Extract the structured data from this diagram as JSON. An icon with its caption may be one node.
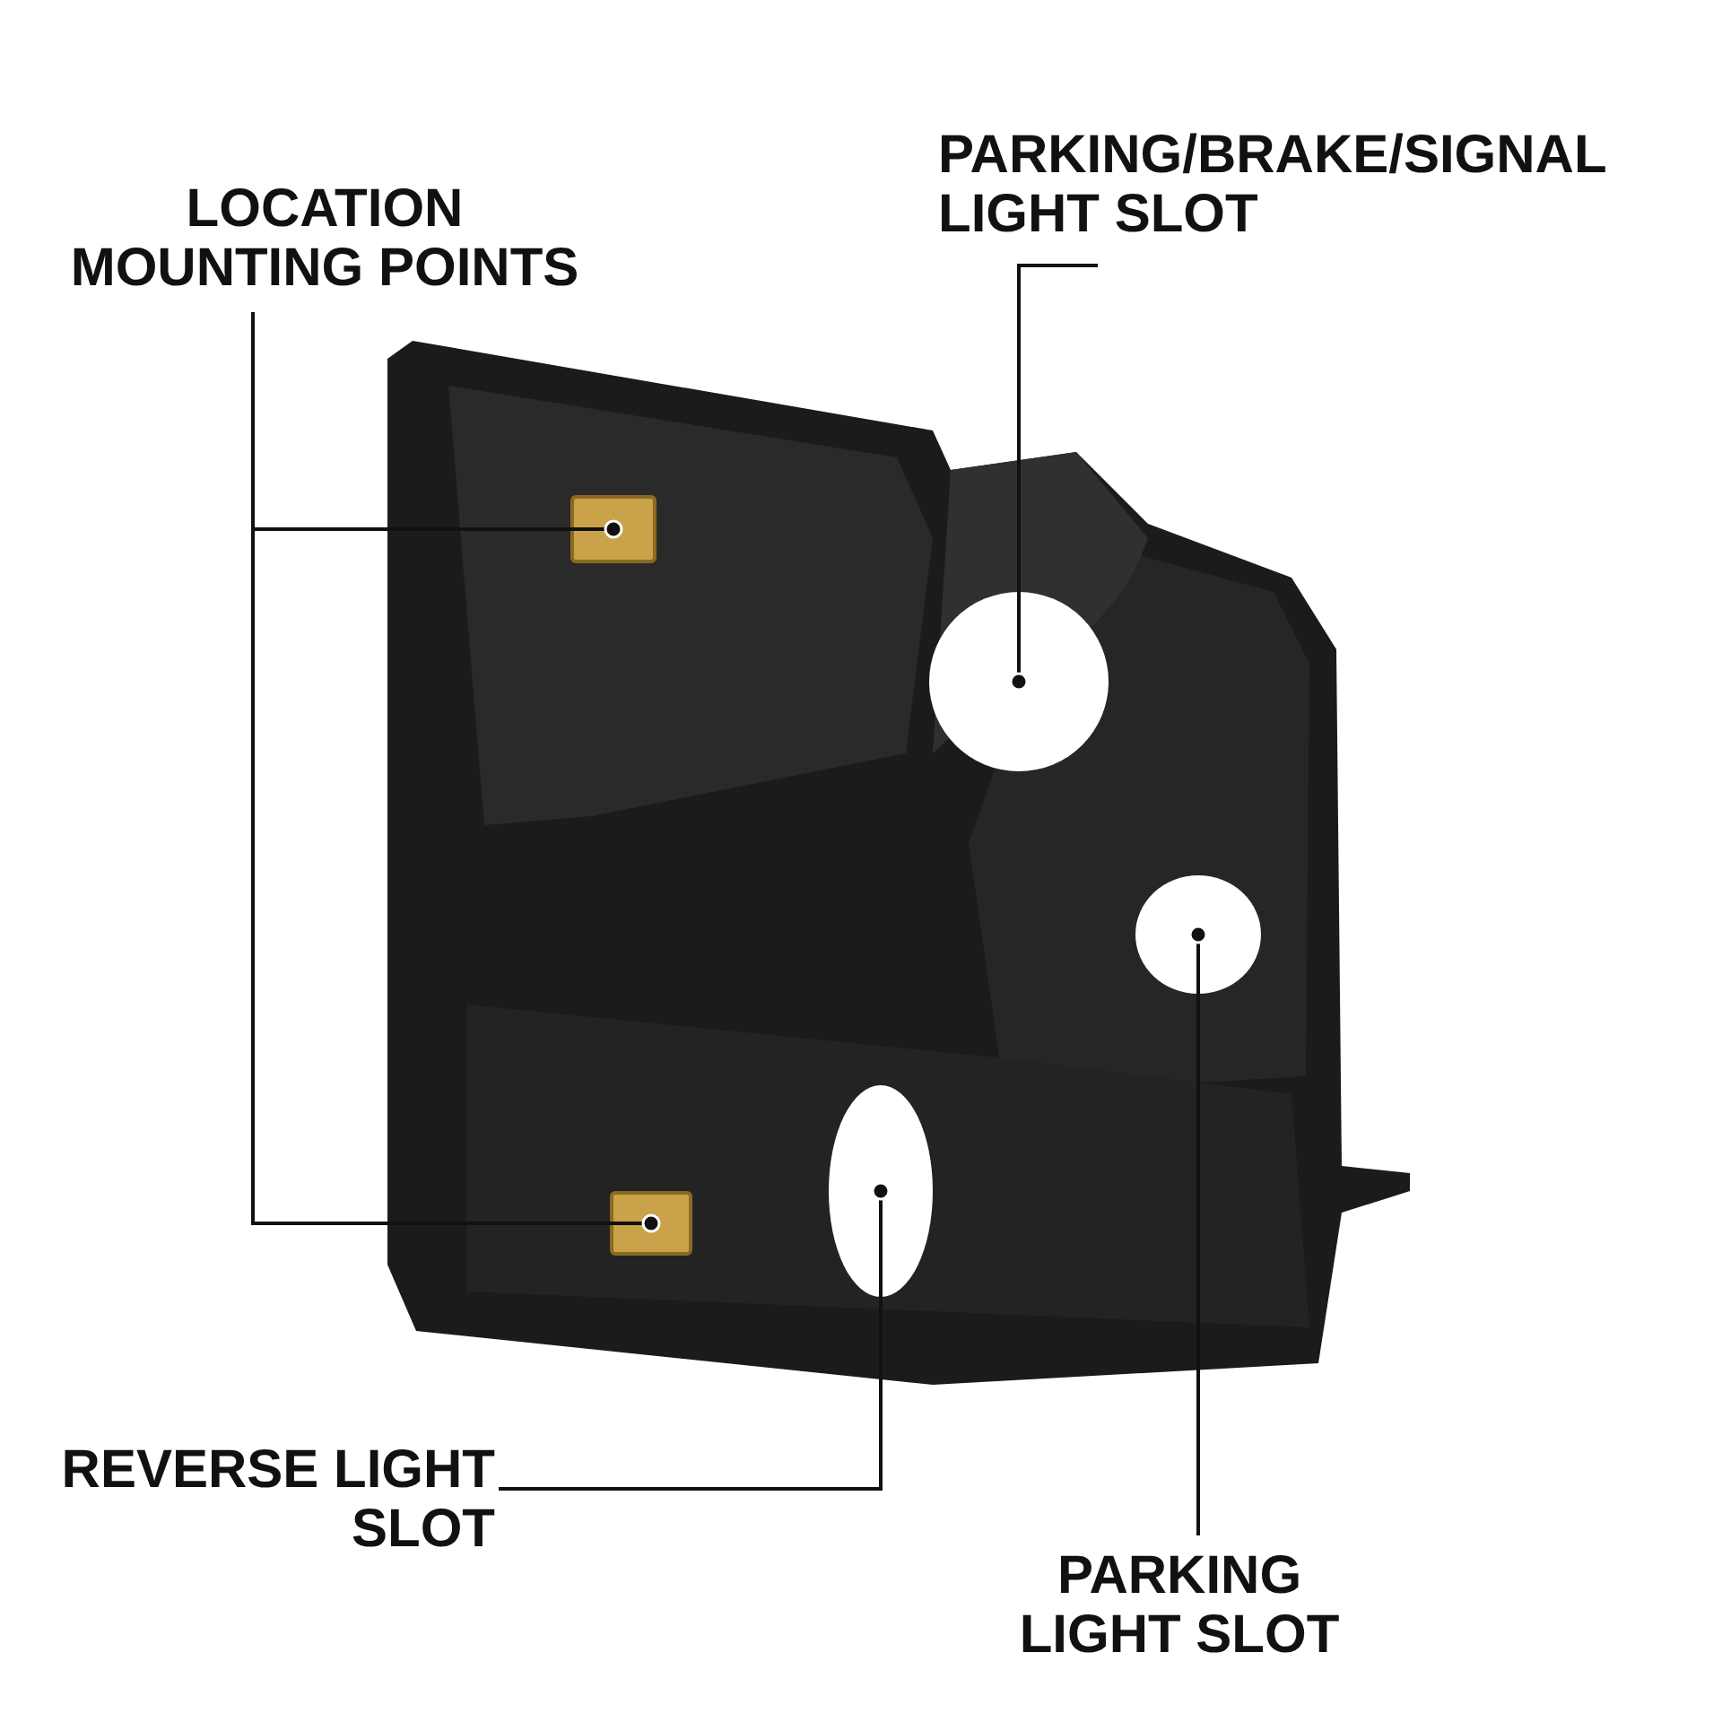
{
  "diagram": {
    "nodes": [
      {
        "text": [
          "LOCATION MOUNTING POINTS"
        ]
      },
      {
        "text": [],
        "shape": "box"
      },
      {
        "text": [],
        "shape": "box"
      },
      {
        "text": [
          "PARKING/BRAKE/SIGNAL LIGHT SLOT"
        ]
      },
      {
        "text": [],
        "shape": "circle"
      },
      {
        "text": [
          "REVERSE LIGHT SLOT"
        ]
      },
      {
        "text": [],
        "shape": "ellipse"
      },
      {
        "text": [
          "PARKING LIGHT SLOT"
        ]
      },
      {
        "text": [],
        "shape": "circle"
      }
    ],
    "edges": [
      {
        "from": 0,
        "to": 1,
        "arrow": "other"
      },
      {
        "from": 0,
        "to": 2,
        "arrow": "other"
      },
      {
        "from": 3,
        "to": 4,
        "arrow": "other"
      },
      {
        "from": 5,
        "to": 6,
        "arrow": "other"
      },
      {
        "from": 7,
        "to": 8,
        "arrow": "other"
      }
    ]
  }
}
